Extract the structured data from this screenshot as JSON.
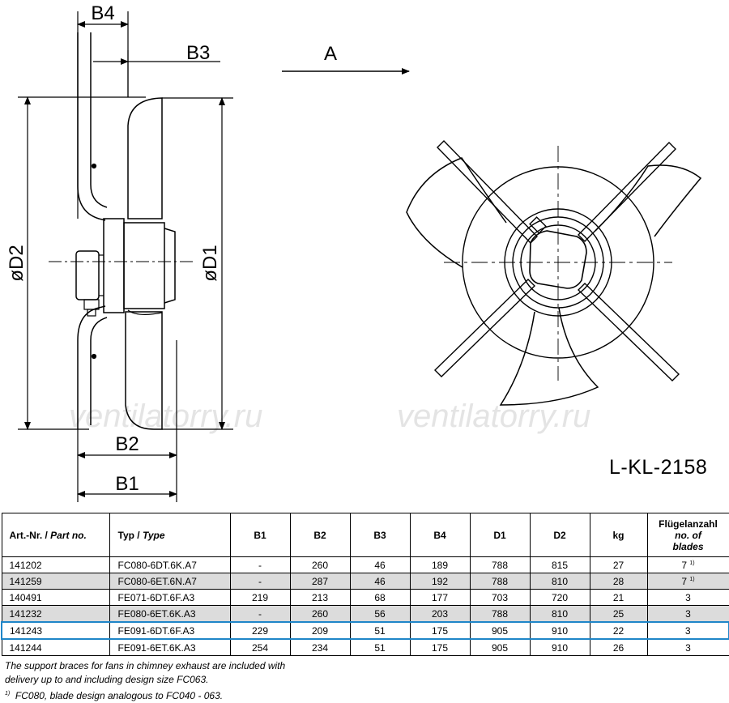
{
  "drawing": {
    "labels": {
      "b4": "B4",
      "b3": "B3",
      "b2": "B2",
      "b1": "B1",
      "d1": "øD1",
      "d2": "øD2",
      "view": "A"
    },
    "watermark": "ventilatorry.ru",
    "drawing_code": "L-KL-2158"
  },
  "table": {
    "headers": {
      "art_de": "Art.-Nr. / ",
      "art_en": "Part no.",
      "typ_de": "Typ / ",
      "typ_en": "Type",
      "b1": "B1",
      "b2": "B2",
      "b3": "B3",
      "b4": "B4",
      "d1": "D1",
      "d2": "D2",
      "kg": "kg",
      "blades_de": "Flügelanzahl",
      "blades_en_1": "no. of",
      "blades_en_2": "blades"
    },
    "rows": [
      {
        "art": "141202",
        "typ": "FC080-6DT.6K.A7",
        "b1": "-",
        "b2": "260",
        "b3": "46",
        "b4": "189",
        "d1": "788",
        "d2": "815",
        "kg": "27",
        "blades": "7",
        "fn": "1)"
      },
      {
        "art": "141259",
        "typ": "FC080-6ET.6N.A7",
        "b1": "-",
        "b2": "287",
        "b3": "46",
        "b4": "192",
        "d1": "788",
        "d2": "810",
        "kg": "28",
        "blades": "7",
        "fn": "1)"
      },
      {
        "art": "140491",
        "typ": "FE071-6DT.6F.A3",
        "b1": "219",
        "b2": "213",
        "b3": "68",
        "b4": "177",
        "d1": "703",
        "d2": "720",
        "kg": "21",
        "blades": "3",
        "fn": ""
      },
      {
        "art": "141232",
        "typ": "FE080-6ET.6K.A3",
        "b1": "-",
        "b2": "260",
        "b3": "56",
        "b4": "203",
        "d1": "788",
        "d2": "810",
        "kg": "25",
        "blades": "3",
        "fn": ""
      },
      {
        "art": "141243",
        "typ": "FE091-6DT.6F.A3",
        "b1": "229",
        "b2": "209",
        "b3": "51",
        "b4": "175",
        "d1": "905",
        "d2": "910",
        "kg": "22",
        "blades": "3",
        "fn": ""
      },
      {
        "art": "141244",
        "typ": "FE091-6ET.6K.A3",
        "b1": "254",
        "b2": "234",
        "b3": "51",
        "b4": "175",
        "d1": "905",
        "d2": "910",
        "kg": "26",
        "blades": "3",
        "fn": ""
      }
    ]
  },
  "notes": {
    "line1": "The support braces for fans in chimney exhaust are included with",
    "line2": "delivery up to and including design size FC063.",
    "fn_mark": "1)",
    "fn_text": "FC080, blade design analogous to FC040 - 063."
  }
}
